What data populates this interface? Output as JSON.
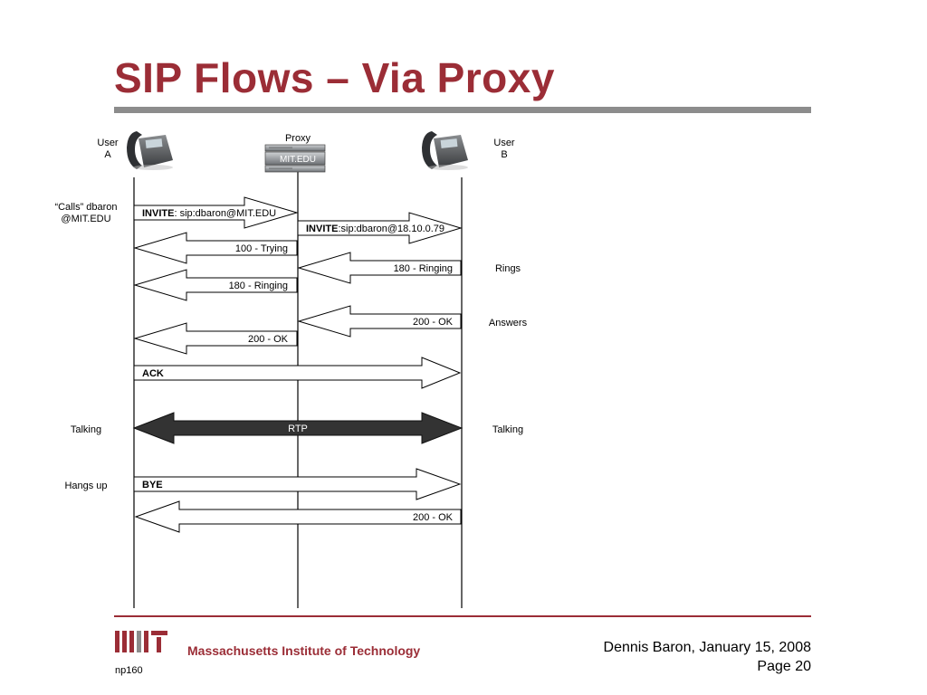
{
  "slide": {
    "title": "SIP Flows – Via Proxy",
    "footer": {
      "institution": "Massachusetts Institute of Technology",
      "course": "np160",
      "author_date": "Dennis Baron, January 15, 2008",
      "page": "Page 20"
    }
  },
  "diagram": {
    "entities": {
      "user_a": [
        "User",
        "A"
      ],
      "proxy": "Proxy",
      "proxy_server_label": "MIT.EDU",
      "user_b": [
        "User",
        "B"
      ]
    },
    "messages": [
      {
        "id": "invite-a",
        "bold": "INVITE",
        "rest": ": sip:dbaron@MIT.EDU"
      },
      {
        "id": "invite-b",
        "bold": "INVITE",
        "rest": ":sip:dbaron@18.10.0.79"
      },
      {
        "id": "trying",
        "text": "100 - Trying"
      },
      {
        "id": "ringing-b",
        "text": "180 - Ringing"
      },
      {
        "id": "ringing-a",
        "text": "180 - Ringing"
      },
      {
        "id": "ok-b",
        "text": "200 - OK"
      },
      {
        "id": "ok-a",
        "text": "200 - OK"
      },
      {
        "id": "ack",
        "bold": "ACK"
      },
      {
        "id": "rtp",
        "text": "RTP"
      },
      {
        "id": "bye",
        "bold": "BYE"
      },
      {
        "id": "ok-bye",
        "text": "200 - OK"
      }
    ],
    "notes": {
      "calls": [
        "“Calls” dbaron",
        "@MIT.EDU"
      ],
      "rings": "Rings",
      "answers": "Answers",
      "talking_a": "Talking",
      "talking_b": "Talking",
      "hangs_up": "Hangs up"
    }
  }
}
